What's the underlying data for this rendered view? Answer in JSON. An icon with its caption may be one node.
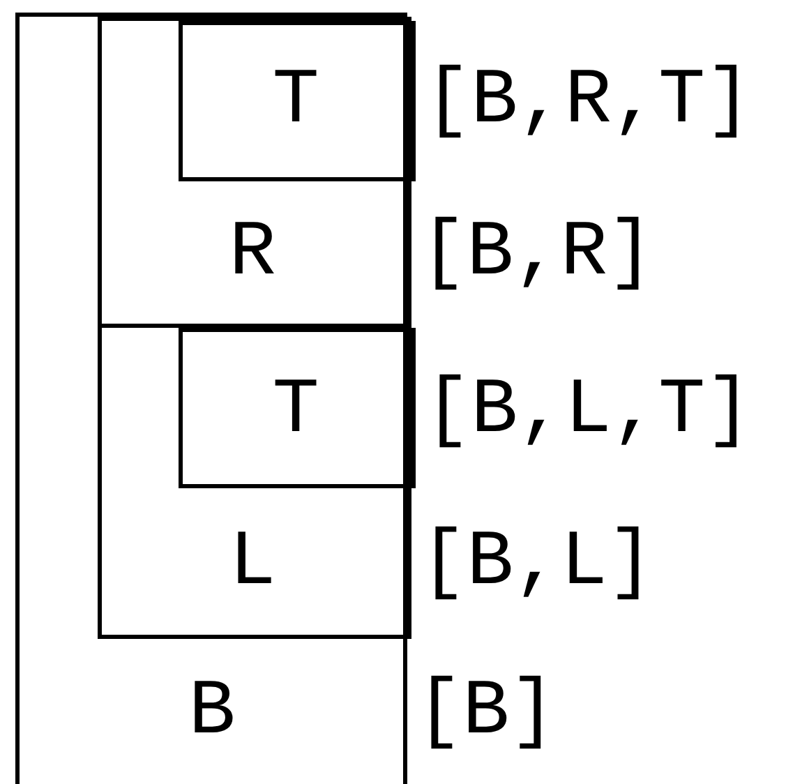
{
  "diagram": {
    "nodes": [
      {
        "text": [
          "B"
        ],
        "beside": [
          "[B]"
        ]
      },
      {
        "text": [
          "R"
        ],
        "in": 0,
        "beside": [
          "[B,R]"
        ]
      },
      {
        "text": [
          "T"
        ],
        "in": 1,
        "beside": [
          "[B,R,T]"
        ]
      },
      {
        "text": [
          "L"
        ],
        "in": 0,
        "beside": [
          "[B,L]"
        ]
      },
      {
        "text": [
          "T"
        ],
        "in": 3,
        "beside": [
          "[B,L,T]"
        ]
      }
    ]
  }
}
